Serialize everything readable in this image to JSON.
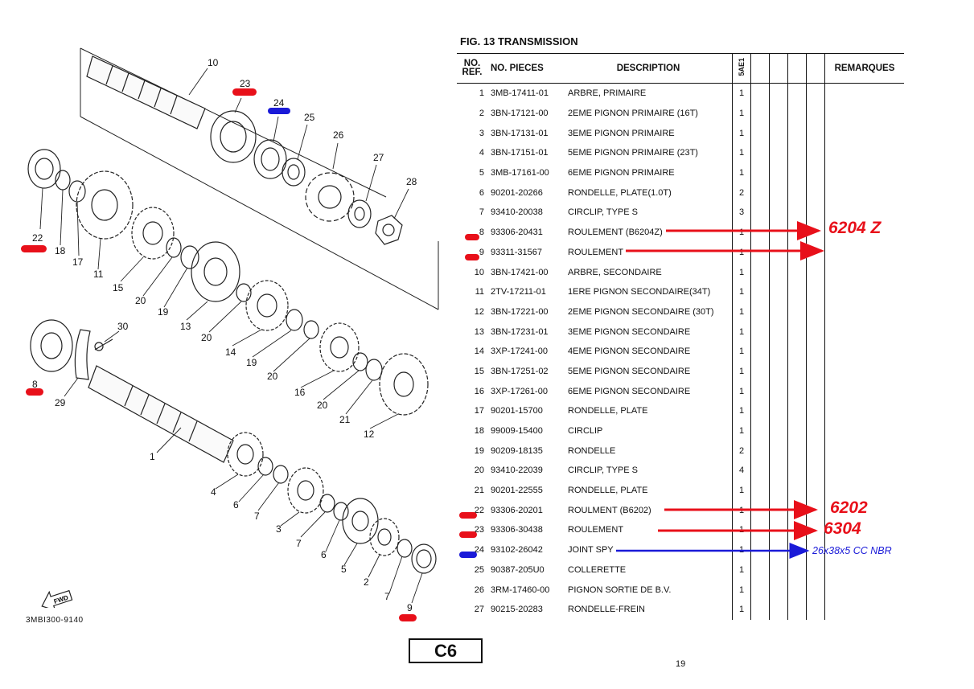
{
  "figure": {
    "title": "FIG. 13 TRANSMISSION",
    "diagram_code": "3MBI300-9140",
    "page_code": "C6",
    "page_number": "19",
    "fwd_label": "FWD"
  },
  "table": {
    "headers": {
      "ref_line1": "NO.",
      "ref_line2": "REF.",
      "part_no": "NO. PIECES",
      "description": "DESCRIPTION",
      "model": "5AE1",
      "remarks": "REMARQUES"
    },
    "rows": [
      {
        "ref": "1",
        "part": "3MB-17411-01",
        "desc": "ARBRE, PRIMAIRE",
        "qty": "1"
      },
      {
        "ref": "2",
        "part": "3BN-17121-00",
        "desc": "2EME PIGNON PRIMAIRE (16T)",
        "qty": "1"
      },
      {
        "ref": "3",
        "part": "3BN-17131-01",
        "desc": "3EME PIGNON PRIMAIRE",
        "qty": "1"
      },
      {
        "ref": "4",
        "part": "3BN-17151-01",
        "desc": "5EME PIGNON PRIMAIRE (23T)",
        "qty": "1"
      },
      {
        "ref": "5",
        "part": "3MB-17161-00",
        "desc": "6EME PIGNON PRIMAIRE",
        "qty": "1"
      },
      {
        "ref": "6",
        "part": "90201-20266",
        "desc": "RONDELLE, PLATE(1.0T)",
        "qty": "2"
      },
      {
        "ref": "7",
        "part": "93410-20038",
        "desc": "CIRCLIP, TYPE S",
        "qty": "3"
      },
      {
        "ref": "8",
        "part": "93306-20431",
        "desc": "ROULEMENT (B6204Z)",
        "qty": "1"
      },
      {
        "ref": "9",
        "part": "93311-31567",
        "desc": "ROULEMENT",
        "qty": "1"
      },
      {
        "ref": "10",
        "part": "3BN-17421-00",
        "desc": "ARBRE, SECONDAIRE",
        "qty": "1"
      },
      {
        "ref": "11",
        "part": "2TV-17211-01",
        "desc": "1ERE PIGNON SECONDAIRE(34T)",
        "qty": "1"
      },
      {
        "ref": "12",
        "part": "3BN-17221-00",
        "desc": "2EME PIGNON SECONDAIRE (30T)",
        "qty": "1"
      },
      {
        "ref": "13",
        "part": "3BN-17231-01",
        "desc": "3EME PIGNON SECONDAIRE",
        "qty": "1"
      },
      {
        "ref": "14",
        "part": "3XP-17241-00",
        "desc": "4EME PIGNON SECONDAIRE",
        "qty": "1"
      },
      {
        "ref": "15",
        "part": "3BN-17251-02",
        "desc": "5EME PIGNON SECONDAIRE",
        "qty": "1"
      },
      {
        "ref": "16",
        "part": "3XP-17261-00",
        "desc": "6EME PIGNON SECONDAIRE",
        "qty": "1"
      },
      {
        "ref": "17",
        "part": "90201-15700",
        "desc": "RONDELLE, PLATE",
        "qty": "1"
      },
      {
        "ref": "18",
        "part": "99009-15400",
        "desc": "CIRCLIP",
        "qty": "1"
      },
      {
        "ref": "19",
        "part": "90209-18135",
        "desc": "RONDELLE",
        "qty": "2"
      },
      {
        "ref": "20",
        "part": "93410-22039",
        "desc": "CIRCLIP, TYPE S",
        "qty": "4"
      },
      {
        "ref": "21",
        "part": "90201-22555",
        "desc": "RONDELLE, PLATE",
        "qty": "1"
      },
      {
        "ref": "22",
        "part": "93306-20201",
        "desc": "ROULMENT (B6202)",
        "qty": "1"
      },
      {
        "ref": "23",
        "part": "93306-30438",
        "desc": "ROULEMENT",
        "qty": "1"
      },
      {
        "ref": "24",
        "part": "93102-26042",
        "desc": "JOINT SPY",
        "qty": "1"
      },
      {
        "ref": "25",
        "part": "90387-205U0",
        "desc": "COLLERETTE",
        "qty": "1"
      },
      {
        "ref": "26",
        "part": "3RM-17460-00",
        "desc": "PIGNON SORTIE DE B.V.",
        "qty": "1"
      },
      {
        "ref": "27",
        "part": "90215-20283",
        "desc": "RONDELLE-FREIN",
        "qty": "1"
      }
    ]
  },
  "annotations": {
    "bearing_8": "6204 Z",
    "bearing_22": "6202",
    "bearing_23": "6304",
    "seal_24": "26x38x5 CC NBR",
    "red_color": "#e8101a",
    "blue_color": "#1a1ad8"
  },
  "diagram_labels": [
    "10",
    "23",
    "24",
    "25",
    "26",
    "27",
    "28",
    "22",
    "18",
    "17",
    "11",
    "15",
    "20",
    "19",
    "13",
    "20",
    "14",
    "19",
    "20",
    "16",
    "20",
    "21",
    "12",
    "30",
    "8",
    "29",
    "1",
    "4",
    "6",
    "7",
    "3",
    "7",
    "6",
    "5",
    "2",
    "7",
    "9"
  ]
}
